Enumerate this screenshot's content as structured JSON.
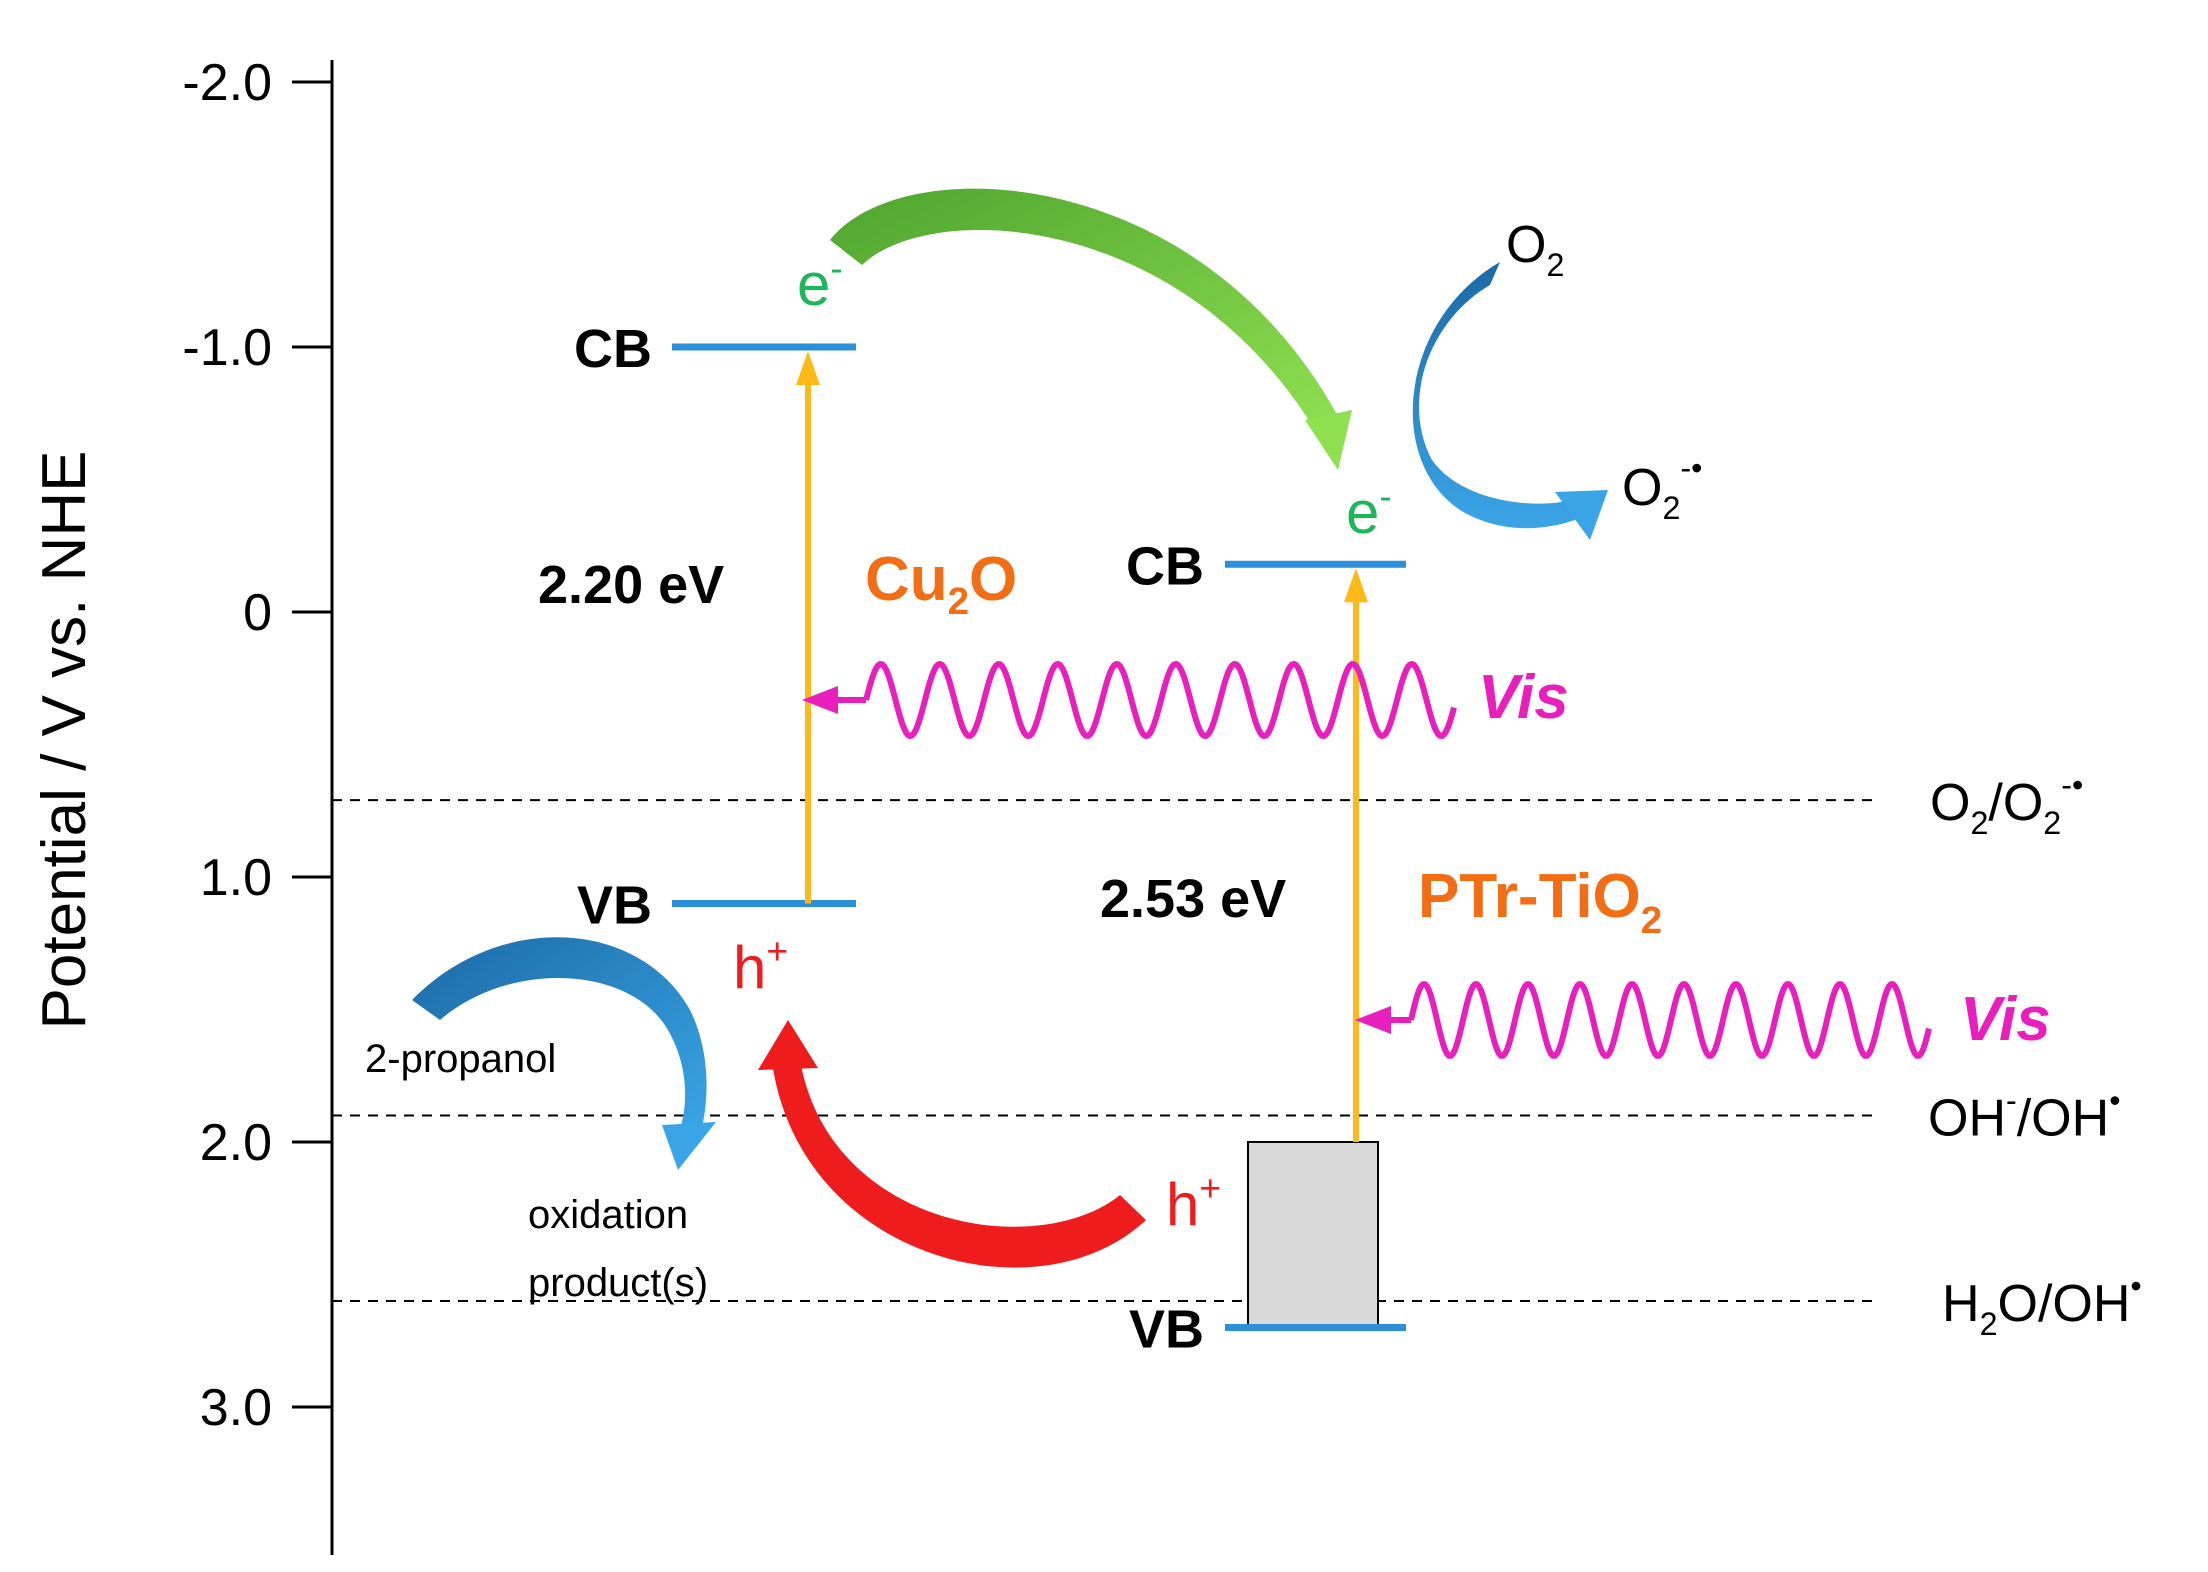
{
  "axis": {
    "title": "Potential / V vs. NHE",
    "ticks": [
      {
        "label": "-2.0",
        "value": -2.0
      },
      {
        "label": "-1.0",
        "value": -1.0
      },
      {
        "label": "0",
        "value": 0
      },
      {
        "label": "1.0",
        "value": 1.0
      },
      {
        "label": "2.0",
        "value": 2.0
      },
      {
        "label": "3.0",
        "value": 3.0
      }
    ],
    "range": [
      -2.0,
      3.5
    ]
  },
  "cu2o": {
    "name_main": "Cu",
    "name_sub": "2",
    "name_tail": "O",
    "cb_label": "CB",
    "cb_value": -1.0,
    "vb_label": "VB",
    "vb_value": 1.1,
    "gap_label": "2.20 eV",
    "electron": "e",
    "electron_sup": "-",
    "hole": "h",
    "hole_sup": "+"
  },
  "ptr_tio2": {
    "name_main": "PTr-TiO",
    "name_sub": "2",
    "cb_label": "CB",
    "cb_value": -0.18,
    "vb_label": "VB",
    "vb_value": 2.7,
    "gap_label": "2.53 eV",
    "electron": "e",
    "electron_sup": "-",
    "hole": "h",
    "hole_sup": "+",
    "midgap_top": 2.0,
    "midgap_bottom": 2.7
  },
  "light": [
    {
      "label": "Vis"
    },
    {
      "label": "Vis"
    }
  ],
  "redox_levels": [
    {
      "main": "O",
      "sub1": "2",
      "mid": "/O",
      "sub2": "2",
      "sup": "-•",
      "value": 0.71
    },
    {
      "main": "OH",
      "sup1": "-",
      "mid": "/OH",
      "sup2": "•",
      "value": 1.9
    },
    {
      "main": "H",
      "sub1": "2",
      "mid": "O/OH",
      "sup": "•",
      "value": 2.6
    }
  ],
  "species": {
    "o2_main": "O",
    "o2_sub": "2",
    "o2rad_main": "O",
    "o2rad_sub": "2",
    "o2rad_sup": "-•",
    "propanol": "2-propanol",
    "oxidation_line1": "oxidation",
    "oxidation_line2": "product(s)"
  },
  "colors": {
    "band": "#2b8fd9",
    "excitation": "#ffba19",
    "vis_wave": "#e81fbd",
    "material": "#f26d13",
    "electron": "#1db65a",
    "hole": "#ee1c1c",
    "midgap_fill": "#d9d9d9"
  }
}
